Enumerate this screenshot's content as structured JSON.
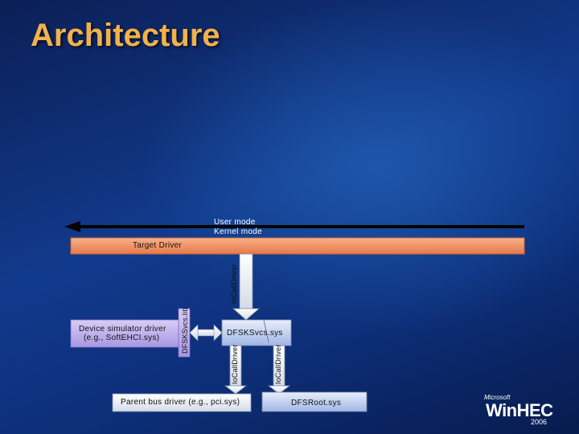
{
  "slide": {
    "title": "Architecture"
  },
  "diagram": {
    "user_mode": "User mode",
    "kernel_mode": "Kernel mode",
    "target_driver": "Target Driver",
    "device_sim_line1": "Device simulator driver",
    "device_sim_line2": "(e.g., SoftEHCI.sys)",
    "dfsk_lib": "DFSKSvcs.lib",
    "dfsk_sys": "DFSKSvcs.sys",
    "parent_bus": "Parent bus driver (e.g., pci.sys)",
    "dfs_root": "DFSRoot.sys",
    "iocall_top": "IoCallDriver",
    "iocall_left": "IoCallDriver",
    "iocall_right": "IoCallDriver"
  },
  "branding": {
    "maker": "Microsoft",
    "name": "WinHEC",
    "year": "2006"
  }
}
